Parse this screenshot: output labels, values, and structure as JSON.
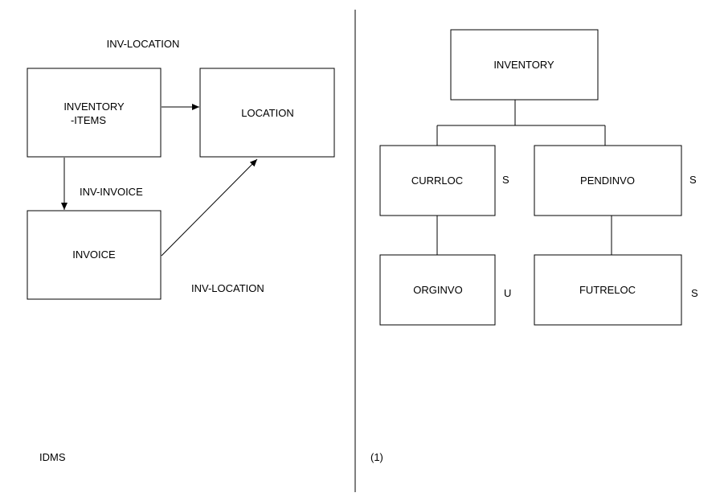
{
  "left_panel": {
    "entities": {
      "inventory_items": [
        "INVENTORY",
        "-ITEMS"
      ],
      "location": "LOCATION",
      "invoice": "INVOICE"
    },
    "sets": {
      "inv_location_top": "INV-LOCATION",
      "inv_invoice": "INV-INVOICE",
      "inv_location_bottom": "INV-LOCATION"
    },
    "caption": "IDMS"
  },
  "right_panel": {
    "segments": {
      "inventory": "INVENTORY",
      "currloc": "CURRLOC",
      "pendinvo": "PENDINVO",
      "orginvo": "ORGINVO",
      "futreloc": "FUTRELOC"
    },
    "markers": {
      "currloc": "S",
      "pendinvo": "S",
      "orginvo": "U",
      "futreloc": "S"
    },
    "caption": "(1)"
  }
}
